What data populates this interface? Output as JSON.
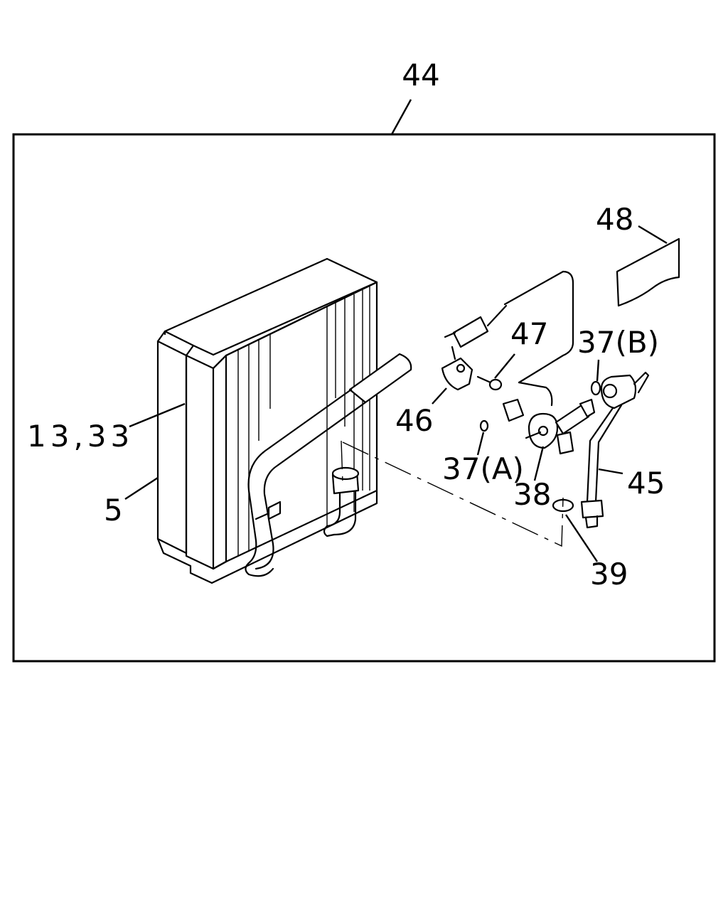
{
  "labels": {
    "assembly": "44",
    "fin_plate": "13,33",
    "core": "5",
    "bracket": "46",
    "screw": "47",
    "label_plate": "48",
    "o_ring_b": "37(B)",
    "o_ring_a": "37(A)",
    "valve": "38",
    "o_ring": "39",
    "pipe": "45"
  }
}
